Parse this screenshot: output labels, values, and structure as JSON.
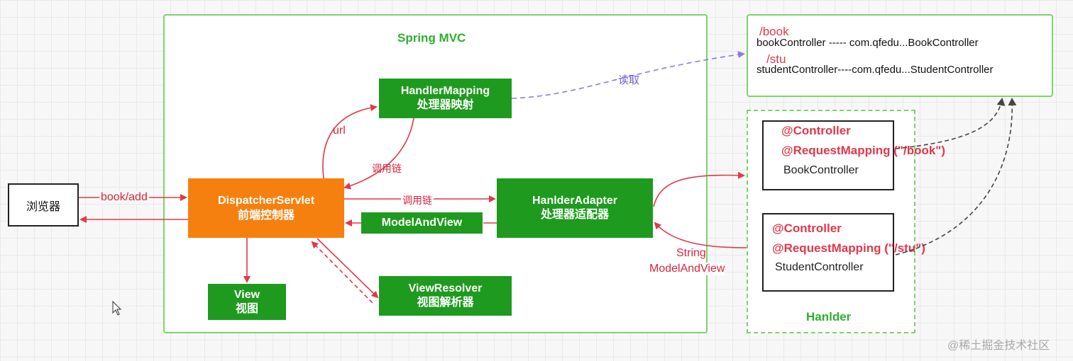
{
  "title": "Spring MVC",
  "browser": {
    "label": "浏览器"
  },
  "dispatcher": {
    "line1": "DispatcherServlet",
    "line2": "前端控制器"
  },
  "handler_mapping": {
    "line1": "HandlerMapping",
    "line2": "处理器映射"
  },
  "handler_adapter": {
    "line1": "HanlderAdapter",
    "line2": "处理器适配器"
  },
  "model_and_view_box": {
    "label": "ModelAndView"
  },
  "view_box": {
    "line1": "View",
    "line2": "视图"
  },
  "view_resolver": {
    "line1": "ViewResolver",
    "line2": "视图解析器"
  },
  "labels": {
    "book_add": "book/add",
    "url": "url",
    "call_chain_1": "调用链",
    "call_chain_2": "调用链",
    "read": "读取",
    "string": "String",
    "model_and_view": "ModelAndView",
    "handler_group": "Hanlder"
  },
  "mapping_panel": {
    "route_book": "/book",
    "line_book": "bookController ----- com.qfedu...BookController",
    "route_stu": "/stu",
    "line_stu": "studentController----com.qfedu...StudentController"
  },
  "book_controller": {
    "annotation1": "@Controller",
    "annotation2": "@RequestMapping (\"/book\")",
    "class_name": "BookController"
  },
  "student_controller": {
    "annotation1": "@Controller",
    "annotation2": "@RequestMapping (\"/stu\")",
    "class_name": "StudentController"
  },
  "watermark": "@稀土掘金技术社区",
  "colors": {
    "green_box": "#1e9a1e",
    "orange_box": "#f5800f",
    "arrow_red": "#e1384a",
    "arrow_purple": "#8a7be8",
    "frame_green": "#7ed36b"
  }
}
